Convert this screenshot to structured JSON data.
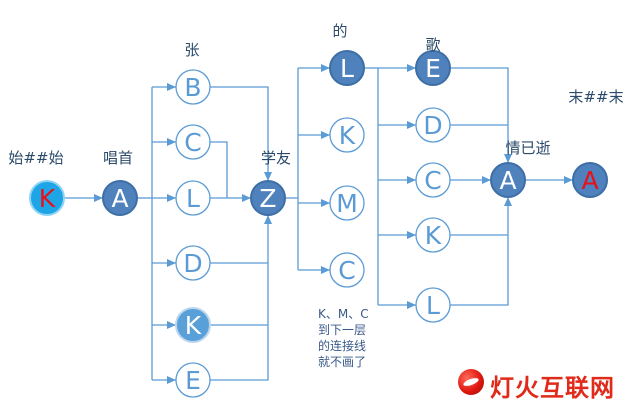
{
  "labels": {
    "start": "始##始",
    "sing_first": "唱首",
    "zhang": "张",
    "xueyou": "学友",
    "de": "的",
    "ge": "歌",
    "qingyishi": "情已逝",
    "end": "末##末"
  },
  "note_lines": [
    "K、M、C",
    "到下一层",
    "的连接线",
    "就不画了"
  ],
  "logo_text": "灯火互联网",
  "colors": {
    "line": "#5b9bd5",
    "node_dark": "#4f81bd",
    "node_light": "#5aa0d8",
    "node_cyan": "#1ea5e6",
    "red_letter": "#e8101a"
  },
  "nodes": [
    {
      "id": "K_start",
      "letter": "K",
      "style": "cyan-red"
    },
    {
      "id": "A1",
      "letter": "A",
      "style": "filled"
    },
    {
      "id": "B1",
      "letter": "B",
      "style": "outline"
    },
    {
      "id": "C1",
      "letter": "C",
      "style": "outline"
    },
    {
      "id": "L1",
      "letter": "L",
      "style": "outline"
    },
    {
      "id": "D1",
      "letter": "D",
      "style": "outline"
    },
    {
      "id": "K1",
      "letter": "K",
      "style": "filled-light"
    },
    {
      "id": "E1",
      "letter": "E",
      "style": "outline"
    },
    {
      "id": "Z",
      "letter": "Z",
      "style": "filled"
    },
    {
      "id": "L2",
      "letter": "L",
      "style": "filled"
    },
    {
      "id": "K2",
      "letter": "K",
      "style": "outline"
    },
    {
      "id": "M2",
      "letter": "M",
      "style": "outline"
    },
    {
      "id": "C2",
      "letter": "C",
      "style": "outline"
    },
    {
      "id": "E3",
      "letter": "E",
      "style": "filled"
    },
    {
      "id": "D3",
      "letter": "D",
      "style": "outline"
    },
    {
      "id": "C3",
      "letter": "C",
      "style": "outline"
    },
    {
      "id": "K3",
      "letter": "K",
      "style": "outline"
    },
    {
      "id": "L3",
      "letter": "L",
      "style": "outline"
    },
    {
      "id": "A4",
      "letter": "A",
      "style": "filled"
    },
    {
      "id": "A_end",
      "letter": "A",
      "style": "filled-red"
    }
  ]
}
